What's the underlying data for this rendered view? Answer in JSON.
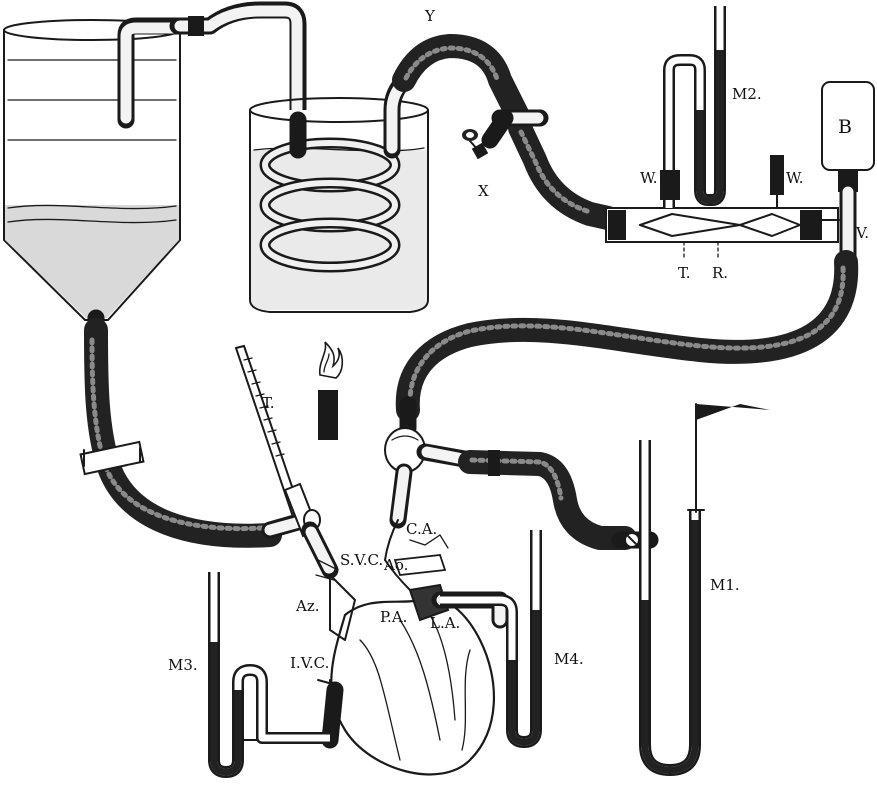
{
  "diagram": {
    "labels": {
      "Y": "Y",
      "X": "X",
      "M2": "M2.",
      "B": "B",
      "W_left": "W.",
      "W_right": "W.",
      "V": "V.",
      "T_upper": "T.",
      "R": "R.",
      "T_lower": "T.",
      "CA": "C.A.",
      "SVC": "S.V.C.",
      "Ao": "Ao.",
      "Az": "Az.",
      "PA": "P.A.",
      "LA": "L.A.",
      "IVC": "I.V.C.",
      "M3": "M3.",
      "M4": "M4.",
      "M1": "M1."
    }
  }
}
